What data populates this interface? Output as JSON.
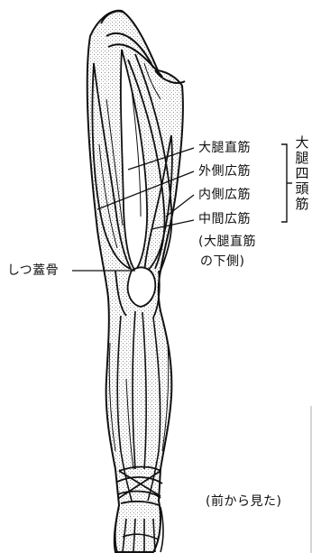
{
  "labels": {
    "muscle_1": "大腿直筋",
    "muscle_2": "外側広筋",
    "muscle_3": "内側広筋",
    "muscle_4": "中間広筋",
    "muscle_4_note_line1": "(大腿直筋",
    "muscle_4_note_line2": "の下側)",
    "group": "大腿四頭筋",
    "patella": "しつ蓋骨",
    "view": "(前から見た)"
  },
  "colors": {
    "line": "#111111",
    "stipple": "#9a9a9a",
    "background": "#ffffff"
  }
}
